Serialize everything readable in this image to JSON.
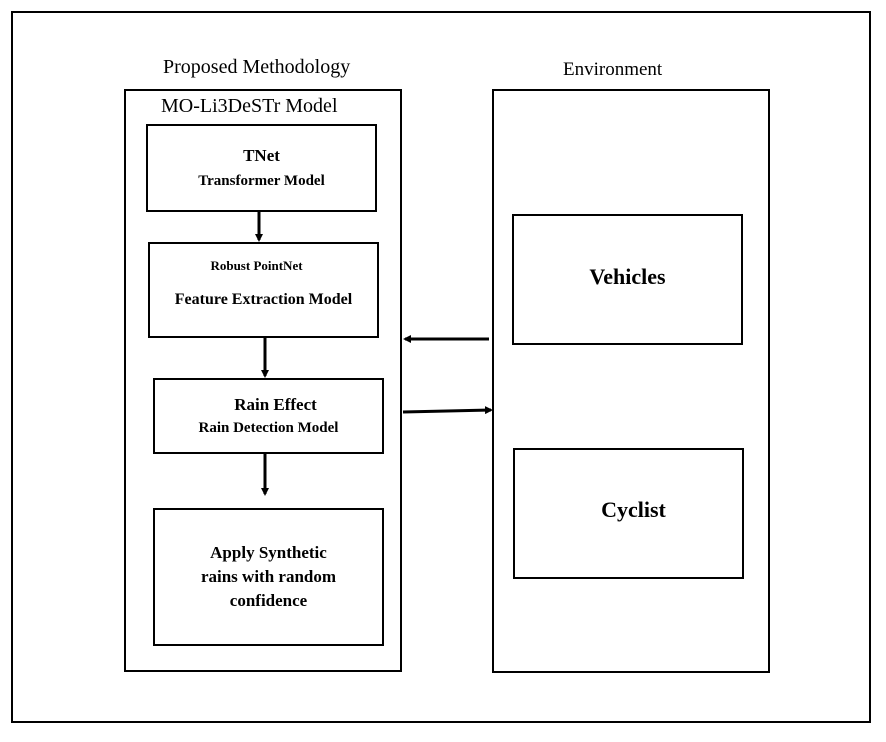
{
  "headings": {
    "proposed": "Proposed Methodology",
    "environment": "Environment",
    "model": "MO-Li3DeSTr Model"
  },
  "boxes": {
    "tnet": {
      "title": "TNet",
      "subtitle": "Transformer Model"
    },
    "pointnet": {
      "title": "Robust PointNet",
      "subtitle": "Feature Extraction Model"
    },
    "rain": {
      "title": "Rain Effect",
      "subtitle": "Rain Detection Model"
    },
    "synthetic": {
      "line1": "Apply Synthetic",
      "line2": "rains with random",
      "line3": "confidence"
    },
    "vehicles": "Vehicles",
    "cyclist": "Cyclist"
  },
  "colors": {
    "stroke": "#000000",
    "background": "#ffffff"
  }
}
